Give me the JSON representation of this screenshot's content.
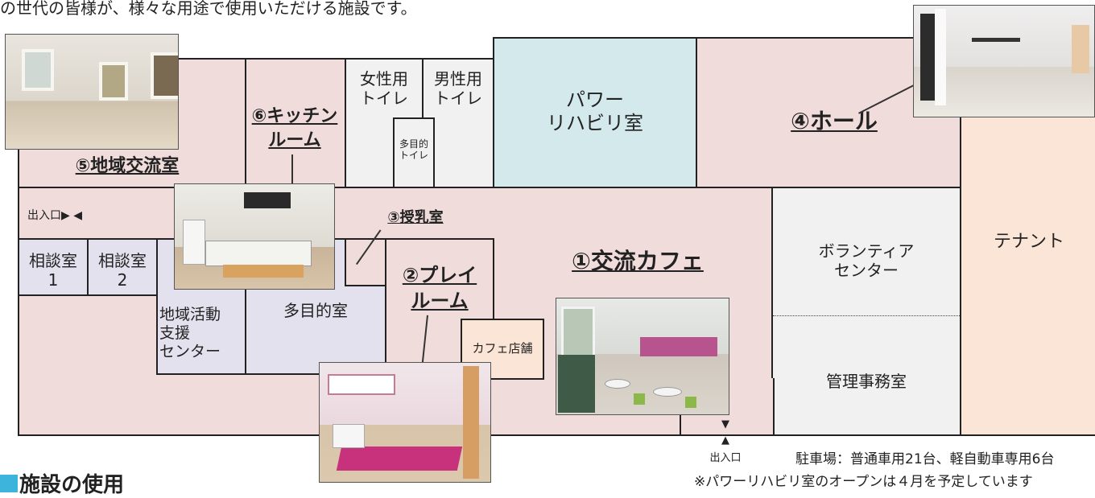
{
  "intro_text": "の世代の皆様が、様々な用途で使用いただける施設です。",
  "rooms": {
    "chiiki_koryu": "⑤地域交流室",
    "kitchen_line1": "⑥キッチン",
    "kitchen_line2": "ルーム",
    "women_wc": "女性用\nトイレ",
    "men_wc": "男性用\nトイレ",
    "multi_wc": "多目的\nトイレ",
    "power_rehab": "パワー\nリハビリ室",
    "hall": "④ホール",
    "entrance_west": "出入口▶ ◀",
    "consult_1": "相談室\n1",
    "consult_2": "相談室\n2",
    "support_center": "地域活動\n支援\nセンター",
    "multi_purpose": "多目的室",
    "nursing": "③授乳室",
    "play_room_line1": "②プレイ",
    "play_room_line2": "ルーム",
    "cafe": "①交流カフェ",
    "cafe_shop": "カフェ店舗",
    "volunteer": "ボランティア\nセンター",
    "office": "管理事務室",
    "tenant": "テナント",
    "entrance_south": "出入口"
  },
  "parking_note": "駐車場：普通車用21台、軽自動車専用6台",
  "rehab_note": "※パワーリハビリ室のオープンは４月を予定しています",
  "section_heading": "施設の使用",
  "colors": {
    "room_pink": "#f1dcdc",
    "room_blue": "#d3e9ec",
    "room_lavender": "#e4e1ee",
    "room_grey": "#f1f1f1",
    "room_peach": "#fbe5d6",
    "heading_marker": "#3cb4dc"
  }
}
